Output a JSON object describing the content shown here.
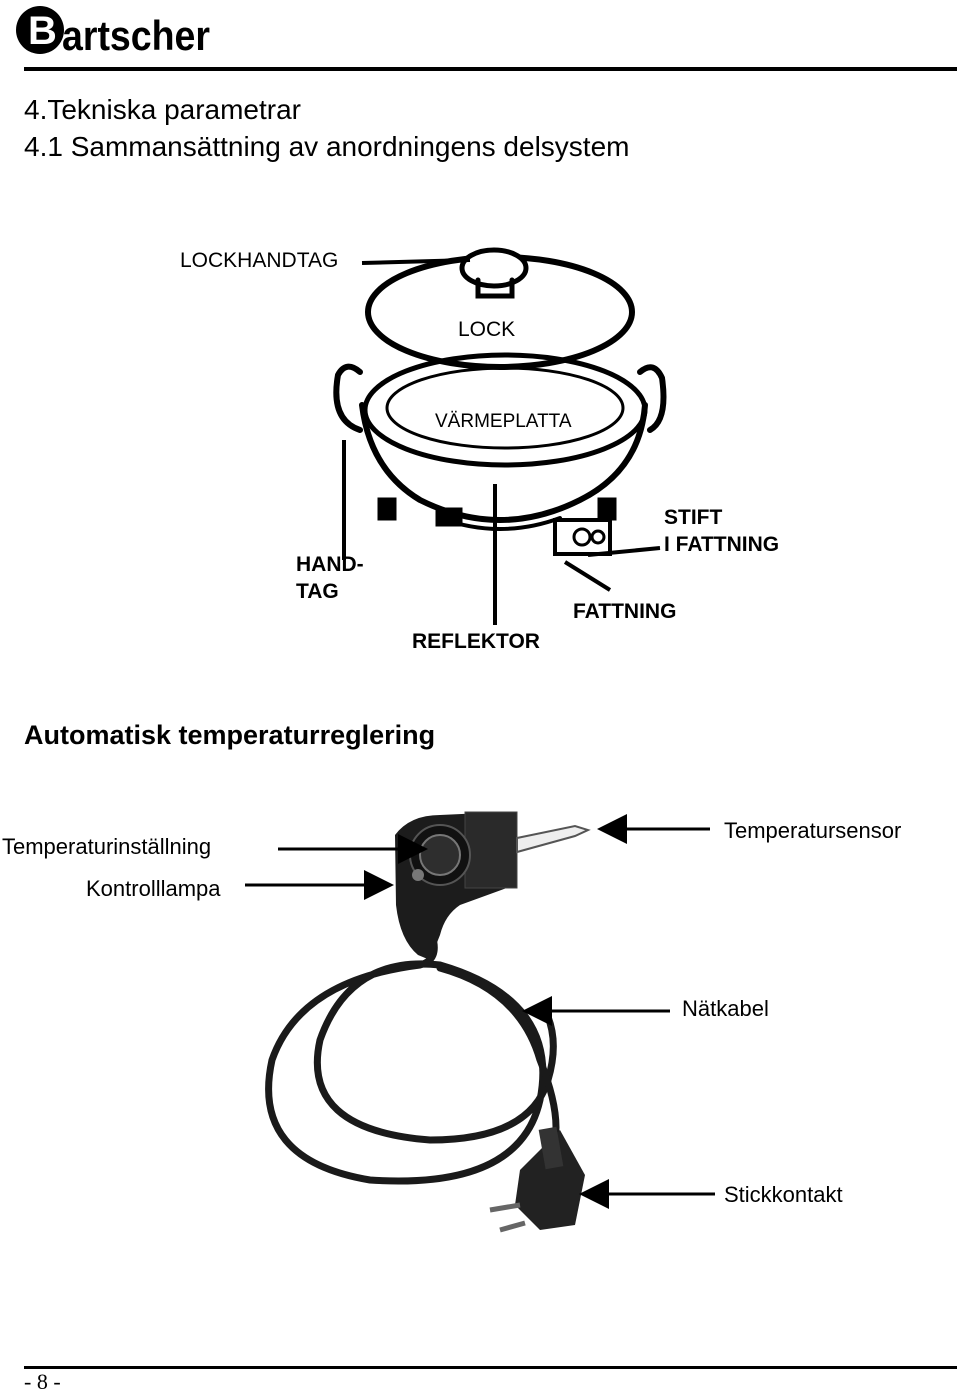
{
  "header": {
    "brand": "Bartscher"
  },
  "title": "4.Tekniska parametrar",
  "subtitle": "4.1 Sammansättning av anordningens delsystem",
  "cooker_labels": {
    "lid_handle": "LOCKHANDTAG",
    "lid": "LOCK",
    "hotplate": "VÄRMEPLATTA",
    "handle_1": "HAND-",
    "handle_2": "TAG",
    "reflector": "REFLEKTOR",
    "socket": "FATTNING",
    "pin_1": "STIFT",
    "pin_2": "I FATTNING"
  },
  "thermostat_heading": "Automatisk temperaturreglering",
  "thermostat_labels": {
    "temp_setting": "Temperaturinställning",
    "indicator_lamp": "Kontrolllampa",
    "temp_sensor": "Temperatursensor",
    "mains_cable": "Nätkabel",
    "plug": "Stickkontakt"
  },
  "footer": {
    "page_number": "- 8 -"
  }
}
